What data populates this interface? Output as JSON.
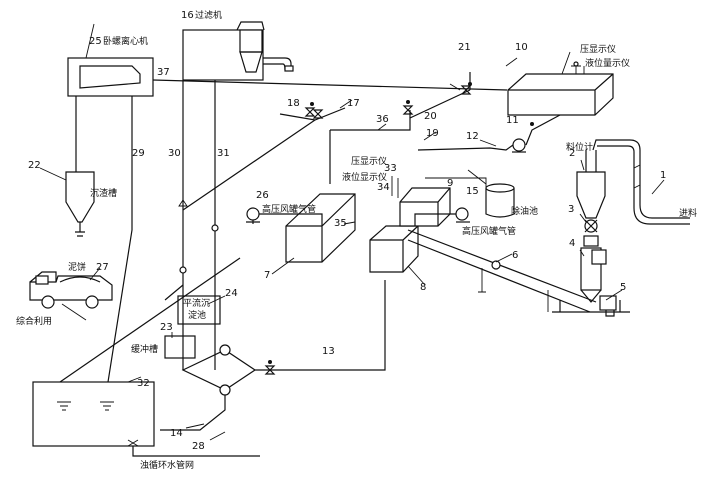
{
  "labels": {
    "filter": "过滤机",
    "centrifuge": "卧螺离心机",
    "slag_tank": "沉渣槽",
    "sludge_cake": "泥饼",
    "utilization": "综合利用",
    "sedimentation_1": "平流沉",
    "sedimentation_2": "淀池",
    "buffer_tank": "缓冲槽",
    "circulating_pipe": "浊循环水管网",
    "blower_left": "高压风罐气管",
    "blower_right": "高压风罐气管",
    "pressure_gauge": "压显示仪",
    "level_gauge": "液位显示仪",
    "oil_tank": "除油池",
    "pressure_display": "压显示仪",
    "level_display": "液位量示仪",
    "level_meter": "料位计",
    "feed": "进料"
  },
  "numbers": {
    "n1": "1",
    "n2": "2",
    "n3": "3",
    "n4": "4",
    "n5": "5",
    "n6": "6",
    "n7": "7",
    "n8": "8",
    "n9": "9",
    "n10": "10",
    "n11": "11",
    "n12": "12",
    "n13": "13",
    "n14": "14",
    "n15": "15",
    "n16": "16",
    "n17": "17",
    "n18": "18",
    "n19": "19",
    "n20": "20",
    "n21": "21",
    "n22": "22",
    "n23": "23",
    "n24": "24",
    "n25": "25",
    "n26": "26",
    "n27": "27",
    "n28": "28",
    "n29": "29",
    "n30": "30",
    "n31": "31",
    "n32": "32",
    "n33": "33",
    "n34": "34",
    "n35": "35",
    "n36": "36",
    "n37": "37"
  }
}
